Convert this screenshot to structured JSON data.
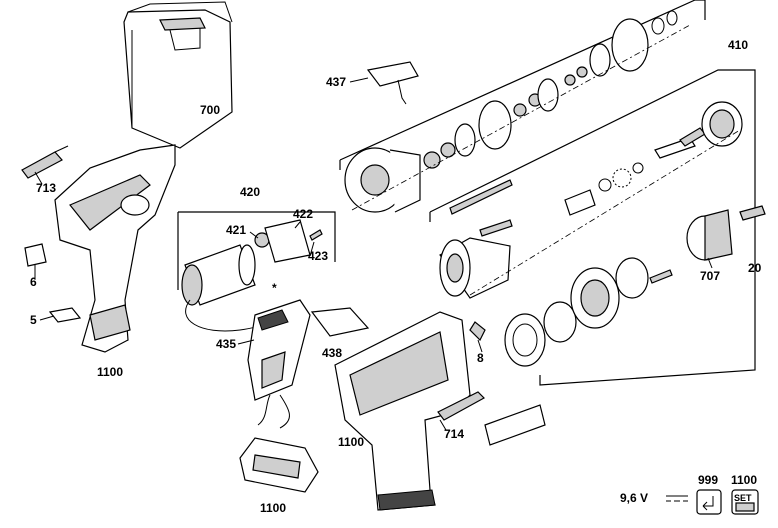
{
  "labels": {
    "case": "700",
    "bit_left": "713",
    "housing_left": "1100",
    "label_6": "6",
    "label_5": "5",
    "motor_group": "420",
    "part_421": "421",
    "part_422": "422",
    "part_423": "423",
    "part_437": "437",
    "part_410": "410",
    "part_435": "435",
    "part_438": "438",
    "part_8": "8",
    "housing_right": "1100",
    "bit_right": "714",
    "part_707": "707",
    "part_20": "20",
    "battery_base": "1100",
    "asterisk": "*",
    "voltage": "9,6 V",
    "icon_999": "999",
    "icon_1100": "1100",
    "set_text": "SET"
  }
}
